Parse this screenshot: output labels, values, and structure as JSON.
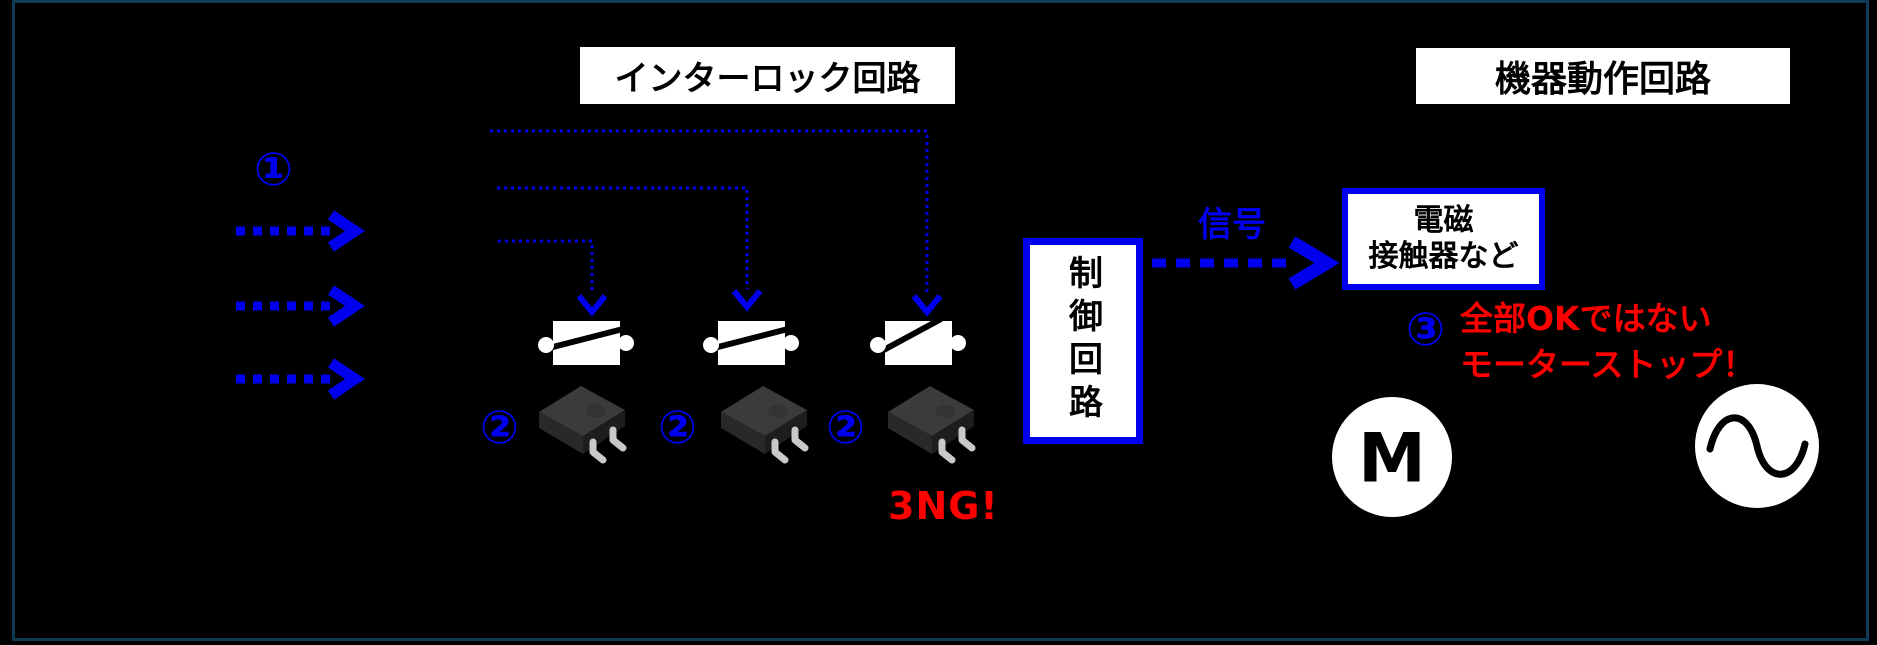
{
  "colors": {
    "background": "#000000",
    "frame_border": "#0f3a55",
    "accent_blue": "#0000ee",
    "alert_red": "#ff0000",
    "box_background": "#ffffff",
    "box_text": "#000000"
  },
  "section_titles": {
    "interlock": "インターロック回路",
    "equipment": "機器動作回路"
  },
  "markers": {
    "step1": "①",
    "step2": "②",
    "step3": "③"
  },
  "labels": {
    "signal": "信号",
    "control_circuit": "制御回路",
    "contactor_line1": "電磁",
    "contactor_line2": "接触器など",
    "ng": "3NG!",
    "warning_line1": "全部OKではない",
    "warning_line2": "モーターストップ！",
    "motor": "M"
  },
  "components": {
    "switches": [
      {
        "name": "interlock-switch-1",
        "state": "closed"
      },
      {
        "name": "interlock-switch-2",
        "state": "closed"
      },
      {
        "name": "interlock-switch-3",
        "state": "open"
      }
    ],
    "relays": [
      "photo-relay-1",
      "photo-relay-2",
      "photo-relay-3"
    ],
    "loads": [
      "motor",
      "ac-source"
    ]
  }
}
